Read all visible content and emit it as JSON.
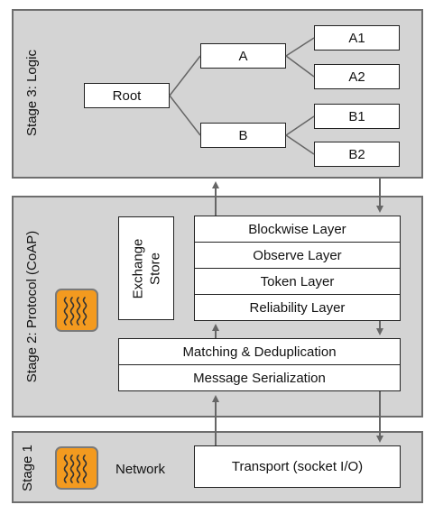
{
  "stage3": {
    "label": "Stage 3: Logic",
    "tree": {
      "root": "Root",
      "a": "A",
      "a1": "A1",
      "a2": "A2",
      "b": "B",
      "b1": "B1",
      "b2": "B2"
    }
  },
  "stage2": {
    "label": "Stage 2: Protocol (CoAP)",
    "icon": "thread-pool-icon",
    "exchange_store": "Exchange\nStore",
    "layers": [
      "Blockwise Layer",
      "Observe Layer",
      "Token Layer",
      "Reliability Layer"
    ],
    "lower": [
      "Matching & Deduplication",
      "Message Serialization"
    ]
  },
  "stage1": {
    "label": "Stage 1",
    "icon": "thread-pool-icon",
    "network": "Network",
    "transport": "Transport (socket I/O)"
  },
  "colors": {
    "stage_fill": "#d4d4d4",
    "stage_border": "#6e6e6e",
    "icon_fill": "#f39a1f",
    "arrow": "#666666"
  }
}
